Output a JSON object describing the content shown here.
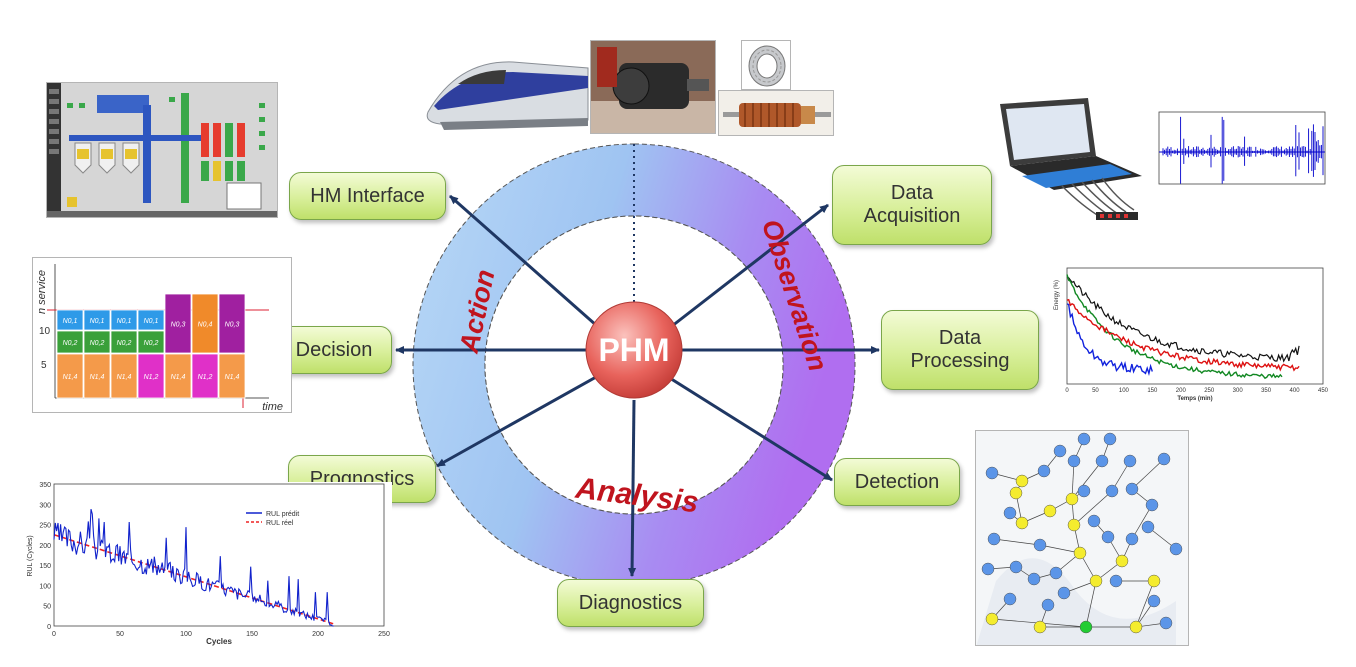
{
  "center": {
    "label": "PHM"
  },
  "ring": {
    "action": "Action",
    "observation": "Observation",
    "analysis": "Analysis"
  },
  "boxes": {
    "hmi": "HM Interface",
    "acq_1": "Data",
    "acq_2": "Acquisition",
    "proc_1": "Data",
    "proc_2": "Processing",
    "detection": "Detection",
    "diagnostics": "Diagnostics",
    "prognostics": "Prognostics",
    "decision": "Decision"
  },
  "colors": {
    "ring_left": "#a9cdf0",
    "ring_right": "#b07af0",
    "label_red": "#c0141e",
    "arrow": "#1f3763",
    "box_fill": "#cfe98a",
    "box_border": "#7aa64a",
    "center_fill": "#e0564f"
  },
  "decision_chart": {
    "ylabel": "n service",
    "xlabel": "time",
    "yticks": [
      "10",
      "5"
    ],
    "cells": [
      "N0,1",
      "N0,1",
      "N0,1",
      "N0,1",
      "N0,2",
      "N0,2",
      "N0,2",
      "N0,2",
      "N0,3",
      "N0,4",
      "N0,3",
      "N1,4",
      "N1,4",
      "N1,4",
      "N1,2",
      "N1,4",
      "N1,2",
      "N1,4"
    ]
  },
  "prog_chart": {
    "ylabel": "RUL (Cycles)",
    "xlabel": "Cycles",
    "legend_pred": "RUL prédit",
    "legend_real": "RUL réel",
    "yticks": [
      "350",
      "300",
      "250",
      "200",
      "150",
      "100",
      "50",
      "0"
    ],
    "xticks": [
      "0",
      "50",
      "100",
      "150",
      "200",
      "250"
    ]
  },
  "proc_chart": {
    "ylabel": "Energy (%)",
    "xlabel": "Temps (min)",
    "xticks": [
      "0",
      "50",
      "100",
      "150",
      "200",
      "250",
      "300",
      "350",
      "400",
      "450"
    ]
  }
}
